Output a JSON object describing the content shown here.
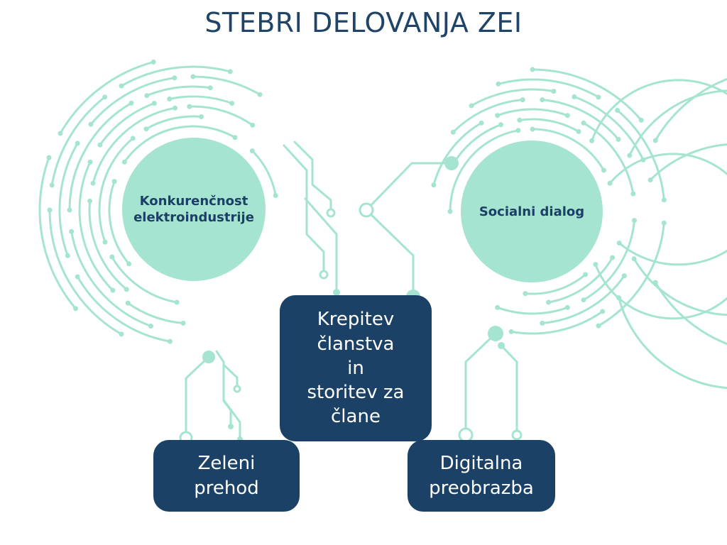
{
  "title": "STEBRI DELOVANJA ZEI",
  "colors": {
    "title": "#1f4468",
    "circle_fill": "#a5e4d1",
    "circle_text": "#1b3f66",
    "box_fill": "#1b4266",
    "box_text": "#ffffff",
    "circuit": "#a5e4d1"
  },
  "circles": {
    "left": "Konkurenčnost\nelektroindustrije",
    "right": "Socialni dialog"
  },
  "boxes": {
    "center": "Krepitev\nčlanstva\nin\nstoritev za\nčlane",
    "left": "Zeleni\nprehod",
    "right": "Digitalna\npreobrazba"
  }
}
